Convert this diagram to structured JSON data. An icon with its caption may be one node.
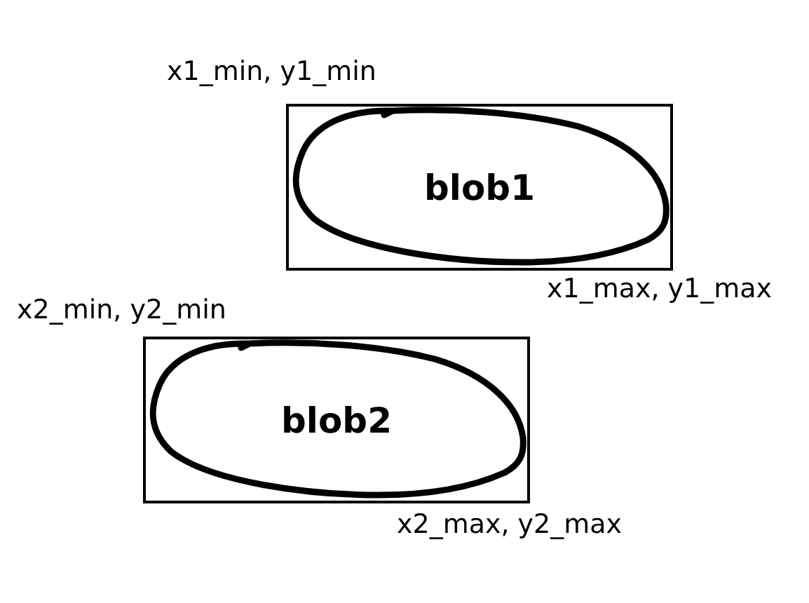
{
  "diagram": {
    "nodes": [
      {
        "text": [],
        "shape": "box",
        "beside": [
          "x1_min, y1_min",
          "x1_max, y1_max"
        ]
      },
      {
        "text": [
          "blob1"
        ],
        "in": 0
      },
      {
        "text": [],
        "shape": "box",
        "beside": [
          "x2_min, y2_min",
          "x2_max, y2_max"
        ]
      },
      {
        "text": [
          "blob2"
        ],
        "in": 2
      }
    ]
  }
}
